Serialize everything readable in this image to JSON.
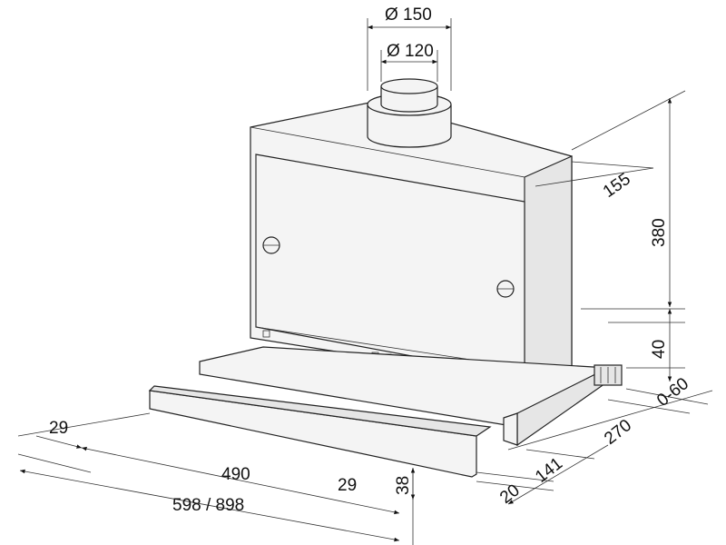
{
  "title": "Cooker hood dimension drawing",
  "dimensions": {
    "duct_outer": "Ø 150",
    "duct_inner": "Ø 120",
    "depth_duct": "155",
    "height_body": "380",
    "height_base": "40",
    "adjust_range": "0-60",
    "depth_total": "270",
    "depth_front": "141",
    "front_lip": "20",
    "side_left": "29",
    "inner_width": "490",
    "total_width": "598 / 898",
    "side_right": "29",
    "panel_height": "38"
  },
  "colors": {
    "line": "#222222",
    "background": "#ffffff"
  }
}
